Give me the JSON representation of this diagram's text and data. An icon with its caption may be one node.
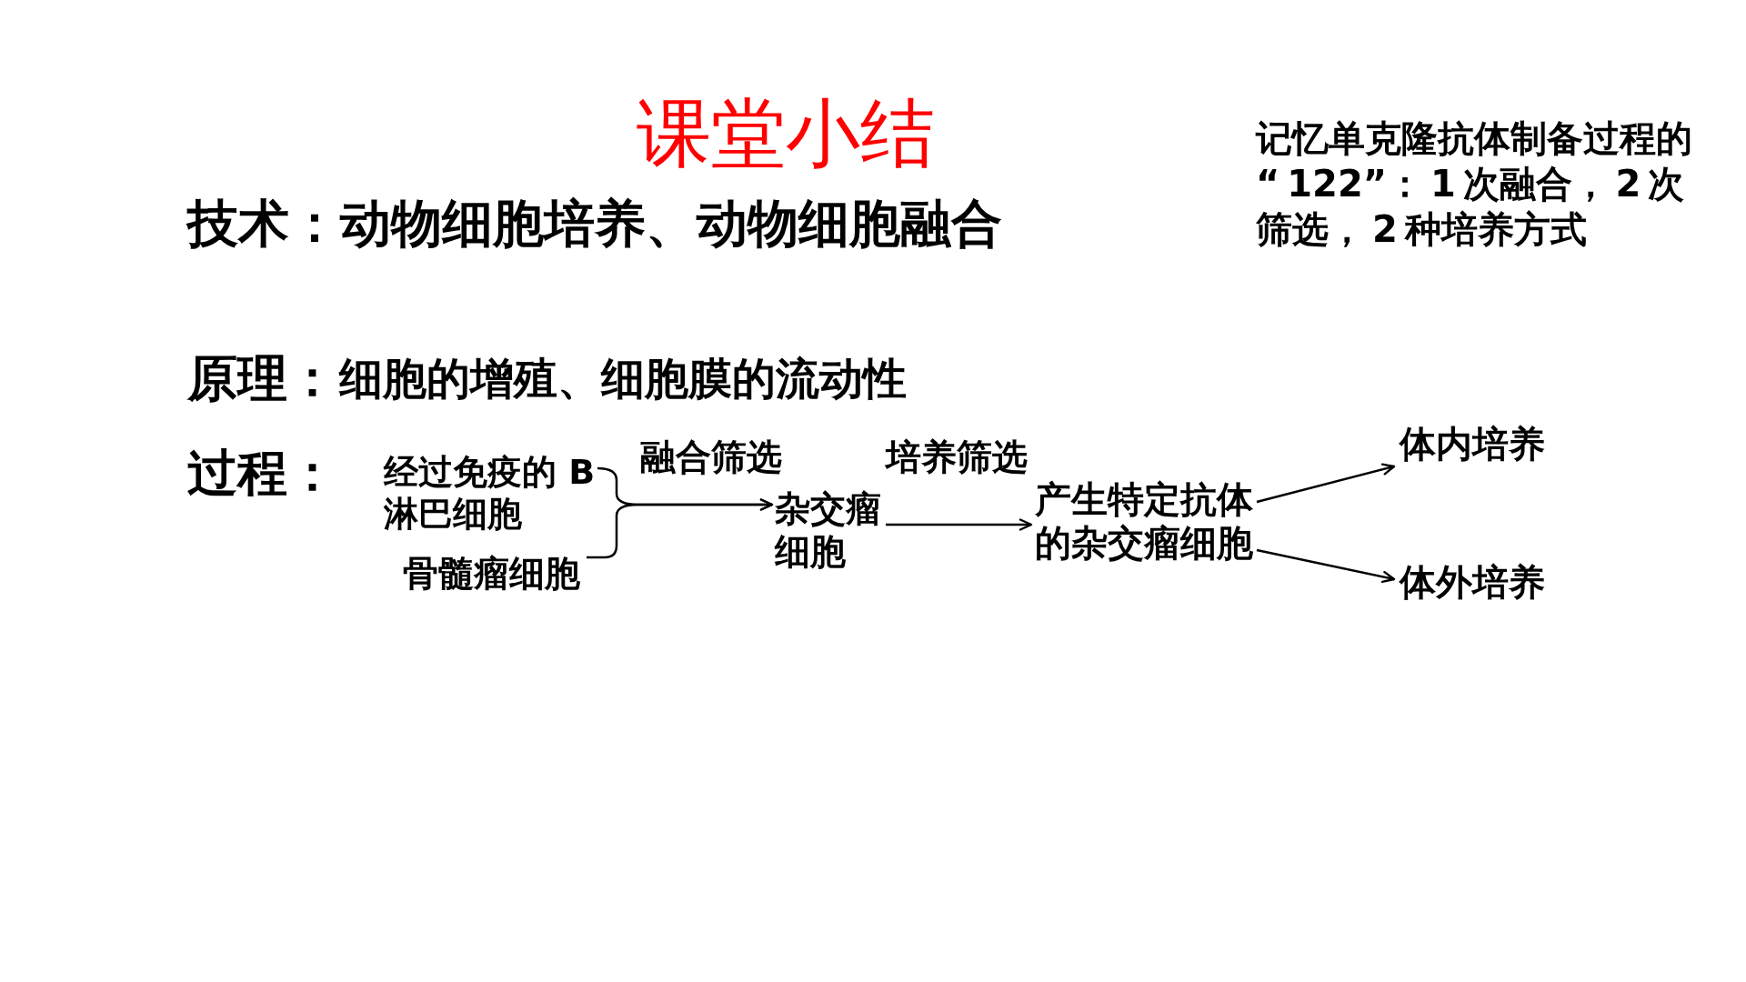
{
  "diagram": {
    "title": "课堂小结",
    "nodes": [
      {
        "text": [
          "经过免疫的 B淋巴细胞"
        ]
      },
      {
        "text": [
          "骨髓瘤细胞"
        ]
      },
      {
        "text": [
          "杂交瘤细胞"
        ]
      },
      {
        "text": [
          "产生特定抗体的杂交瘤细胞"
        ]
      },
      {
        "text": [
          "体内培养"
        ]
      },
      {
        "text": [
          "体外培养"
        ]
      }
    ],
    "edges": [
      {
        "from": 0,
        "to": 2,
        "arrow": "to",
        "label": "融合筛选"
      },
      {
        "from": 1,
        "to": 2,
        "arrow": "to"
      },
      {
        "from": 2,
        "to": 3,
        "arrow": "to",
        "label": "培养筛选"
      },
      {
        "from": 3,
        "to": 4,
        "arrow": "to"
      },
      {
        "from": 3,
        "to": 5,
        "arrow": "to"
      }
    ],
    "labels": [
      "记忆单克隆抗体制备过程的“ 122”： 1 次融合， 2 次筛选， 2 种培养方式",
      "技术：动物细胞培养、动物细胞融合",
      "原理：",
      "细胞的增殖、细胞膜的流动性",
      "过程："
    ]
  }
}
